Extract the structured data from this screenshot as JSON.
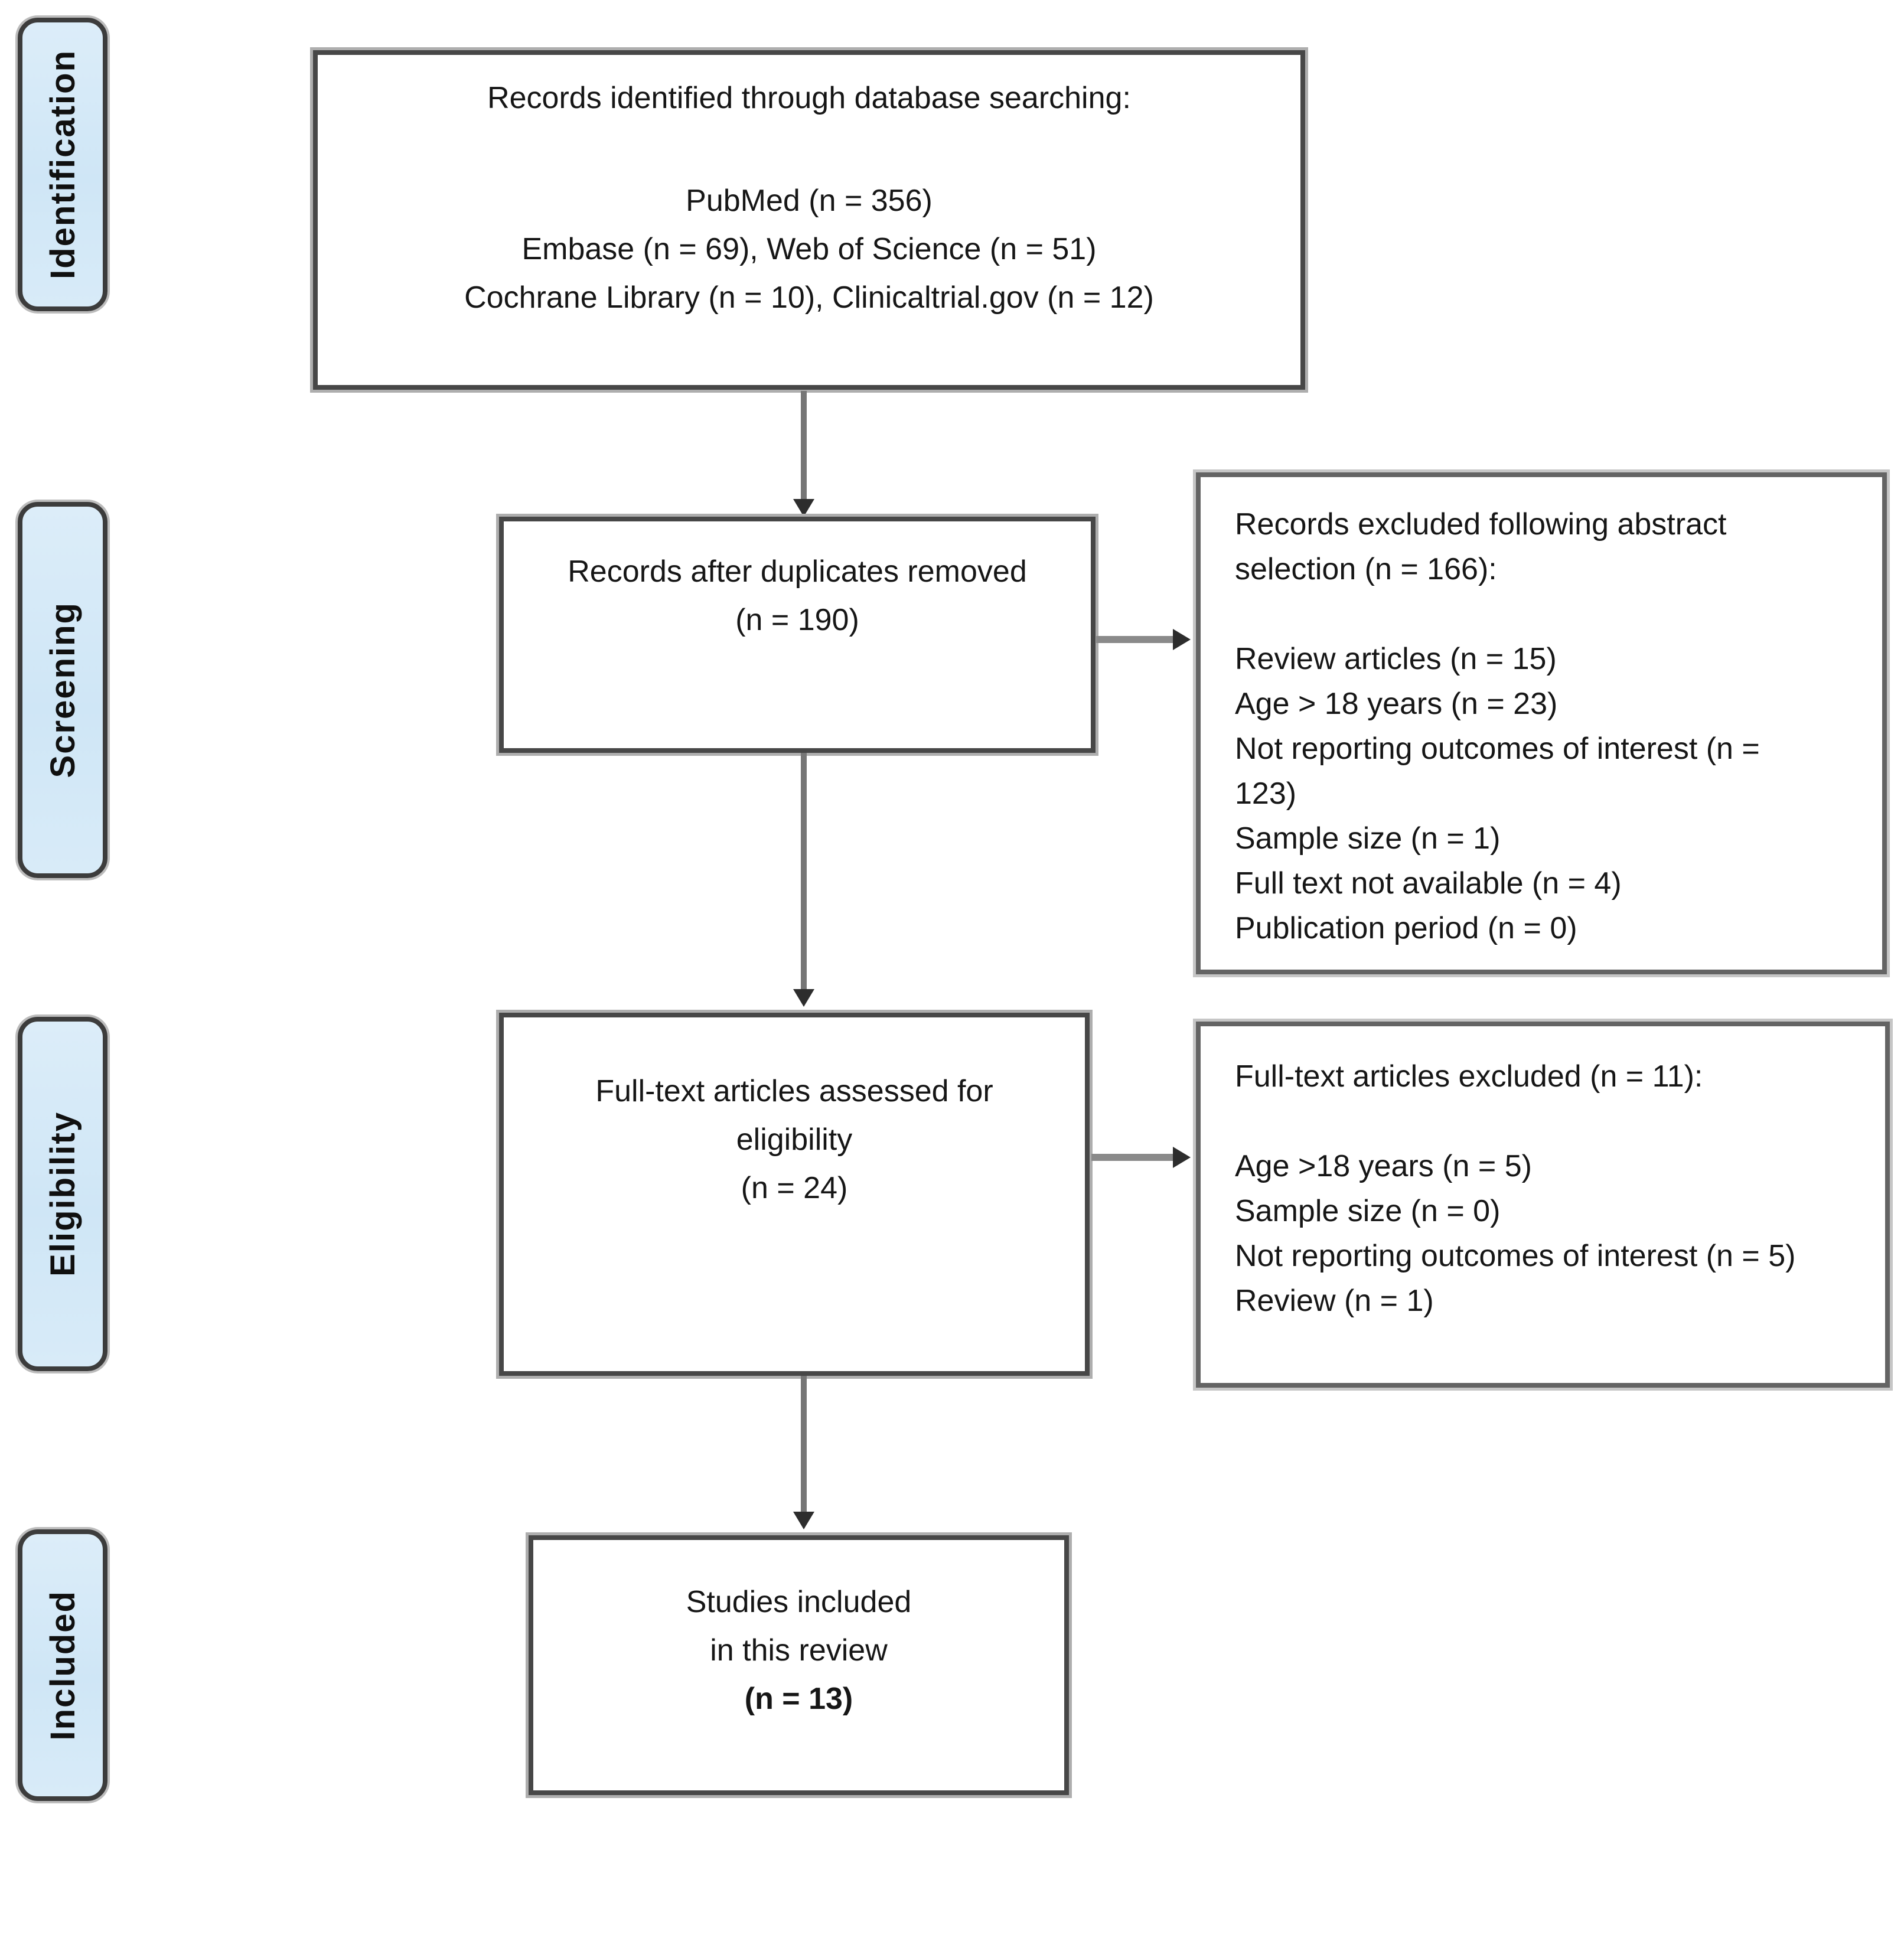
{
  "meta": {
    "diagram_type": "PRISMA systematic review flow diagram"
  },
  "colors": {
    "stage_fill": "#d3e8f7",
    "stage_border": "#3c3c3c",
    "box_border": "#474747",
    "right_box_border": "#646464",
    "arrow_line": "#767676",
    "arrow_head": "#2d2d2d",
    "text": "#141414"
  },
  "stages": [
    {
      "label": "Identification"
    },
    {
      "label": "Screening"
    },
    {
      "label": "Eligibility"
    },
    {
      "label": "Included"
    }
  ],
  "boxes": {
    "identified": {
      "title": "Records identified through database searching:",
      "lines": [
        "PubMed (n = 356)",
        "Embase (n = 69), Web of Science (n = 51)",
        "Cochrane Library (n = 10), Clinicaltrial.gov (n = 12)"
      ]
    },
    "duplicates_removed": {
      "lines": [
        "Records after duplicates removed",
        "(n = 190)"
      ]
    },
    "abstract_excluded": {
      "title": "Records excluded following abstract selection (n = 166):",
      "items": [
        "Review articles (n = 15)",
        "Age > 18 years (n = 23)",
        "Not reporting outcomes of interest (n = 123)",
        "Sample size (n = 1)",
        "Full text not available (n = 4)",
        "Publication period (n = 0)"
      ]
    },
    "fulltext_assessed": {
      "lines": [
        "Full-text articles assessed for",
        "eligibility",
        "(n = 24)"
      ]
    },
    "fulltext_excluded": {
      "title": "Full-text articles excluded (n = 11):",
      "items": [
        "Age >18 years (n = 5)",
        "Sample size (n = 0)",
        "Not reporting outcomes of interest (n = 5)",
        "Review (n = 1)"
      ]
    },
    "included": {
      "lines": [
        "Studies included",
        "in this review"
      ],
      "count_line": "(n = 13)"
    }
  }
}
